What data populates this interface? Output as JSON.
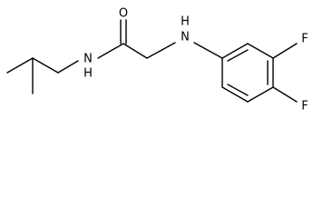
{
  "molecule": {
    "atoms": {
      "oxygen": "O",
      "amide_nitrogen": "N",
      "amide_hydrogen": "H",
      "amine_nitrogen": "N",
      "amine_hydrogen": "H",
      "fluorine_3": "F",
      "fluorine_4": "F"
    },
    "colors": {
      "bonds": "#000000",
      "labels": "#000000",
      "background": "#ffffff"
    }
  }
}
